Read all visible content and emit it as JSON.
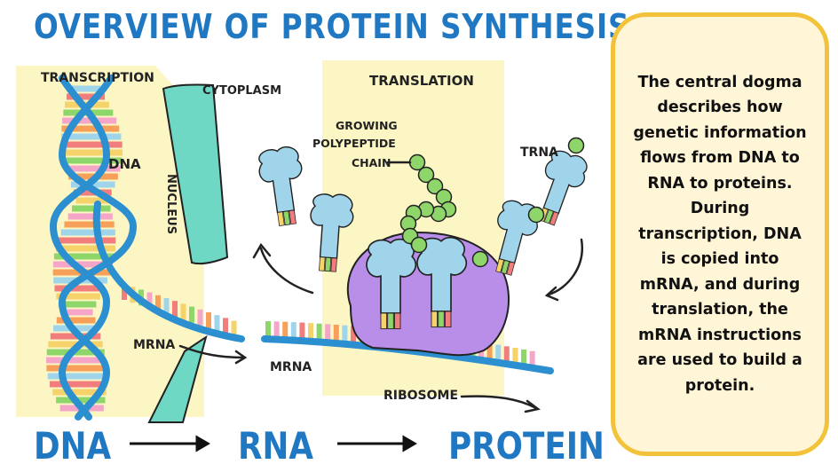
{
  "title": "OVERVIEW OF PROTEIN SYNTHESIS",
  "labels": {
    "transcription": "TRANSCRIPTION",
    "cytoplasm": "CYTOPLASM",
    "dna": "DNA",
    "nucleus": "NUCLEUS",
    "mrna_left": "MRNA",
    "mrna_right": "MRNA",
    "translation": "TRANSLATION",
    "growing": "GROWING",
    "polypeptide": "POLYPEPTIDE",
    "chain": "CHAIN",
    "trna": "TRNA",
    "ribosome": "RIBOSOME"
  },
  "flow": {
    "step1": "DNA",
    "step2": "RNA",
    "step3": "PROTEIN"
  },
  "description": "The central dogma describes how genetic information flows from DNA to RNA to proteins. During transcription, DNA is copied into mRNA, and during translation, the mRNA instructions are used to build a protein.",
  "colors": {
    "accent_blue": "#1f78c1",
    "panel_yellow": "#fbf6c4",
    "box_border": "#f3c23b",
    "box_fill": "#fff6d8",
    "nucleus_teal": "#6fd8c4",
    "ribosome_purple": "#b98ee8",
    "trna_blue": "#9fd4ea",
    "chain_green": "#8fd66a",
    "strand_blue": "#2b8fd0"
  },
  "icons": [
    "dna-helix",
    "trna-molecule",
    "ribosome",
    "polypeptide-chain",
    "flow-arrow"
  ]
}
